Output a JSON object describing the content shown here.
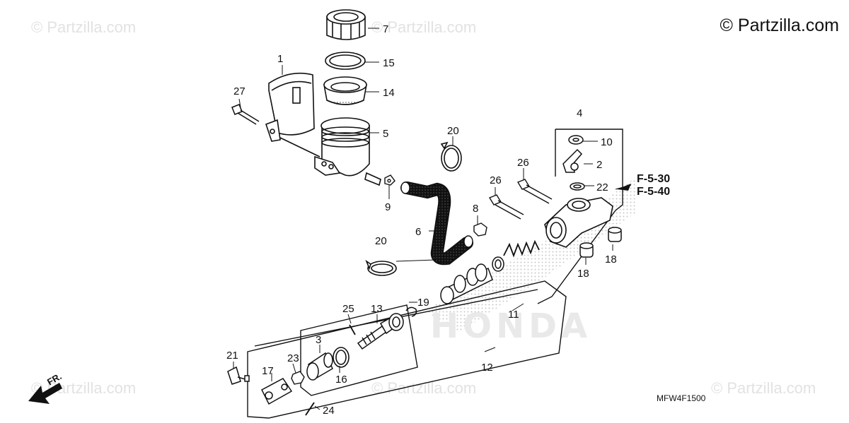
{
  "copyright": "© Partzilla.com",
  "watermark": "© Partzilla.com",
  "brand_watermark": "HONDA",
  "diagram_code": "MFW4F1500",
  "direction_label": "FR.",
  "references": [
    "F-5-30",
    "F-5-40"
  ],
  "part_labels": [
    "1",
    "2",
    "3",
    "4",
    "5",
    "6",
    "7",
    "8",
    "9",
    "10",
    "11",
    "12",
    "13",
    "14",
    "15",
    "16",
    "17",
    "18",
    "18",
    "19",
    "20",
    "20",
    "21",
    "22",
    "23",
    "24",
    "25",
    "26",
    "26",
    "27"
  ]
}
